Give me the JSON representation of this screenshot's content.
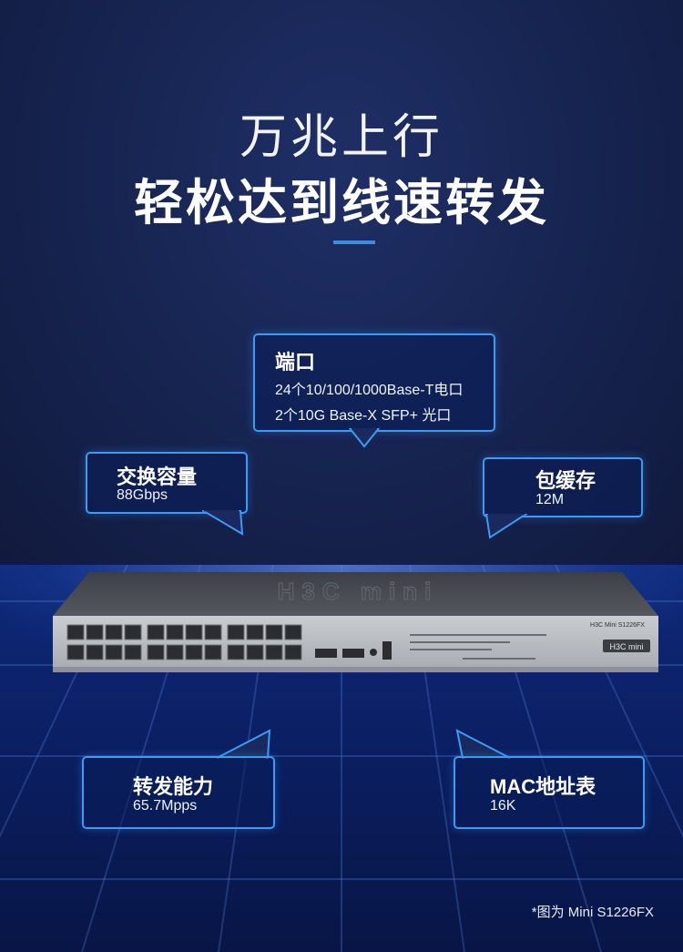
{
  "headline": {
    "line1": "万兆上行",
    "line2": "轻松达到线速转发"
  },
  "callouts": {
    "ports": {
      "title": "端口",
      "line1": "24个10/100/1000Base-T电口",
      "line2": "2个10G Base-X SFP+ 光口"
    },
    "capacity": {
      "title": "交换容量",
      "value": "88Gbps"
    },
    "buffer": {
      "title": "包缓存",
      "value": "12M"
    },
    "forwarding": {
      "title": "转发能力",
      "value": "65.7Mpps"
    },
    "mac": {
      "title": "MAC地址表",
      "value": "16K"
    }
  },
  "device": {
    "brand": "H3C mini",
    "model_label": "H3C Mini S1226FX",
    "port_count": 24,
    "sfp_count": 2
  },
  "footnote": "*图为 Mini S1226FX",
  "colors": {
    "accent": "#3d9af5",
    "background": "#14204a",
    "divider": "#3d8be6"
  }
}
